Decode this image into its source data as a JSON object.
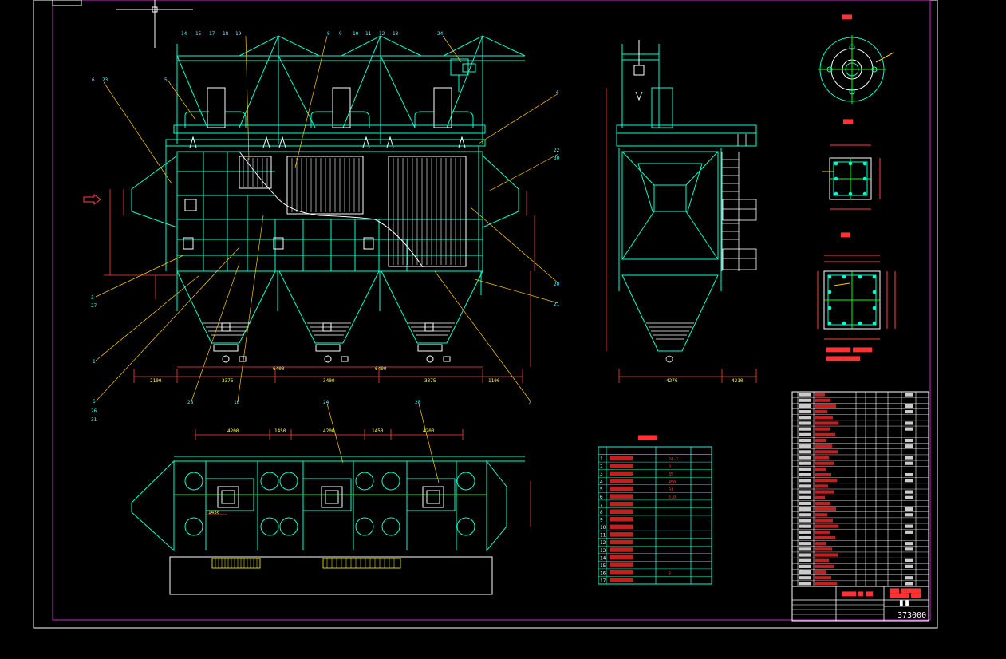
{
  "colors": {
    "background": "#000000",
    "frame": "#c030c0",
    "outer_frame": "#ffffff",
    "structure": "#00ffcc",
    "steel": "#ffffff",
    "dimension": "#ff4040",
    "leader": "#ffcc00",
    "grid": "#00ff00",
    "fill_blue": "#4060ff",
    "text_cyan": "#55ffff"
  },
  "front_view": {
    "callouts_top": [
      "14",
      "15",
      "17",
      "18",
      "19",
      "8",
      "9",
      "10",
      "11",
      "12",
      "13",
      "24"
    ],
    "callouts_left": [
      "6",
      "23",
      "5"
    ],
    "callouts_right": [
      "4",
      "22",
      "20",
      "30",
      "21",
      "7"
    ],
    "callouts_bottom_left": [
      "3",
      "27",
      "1",
      "6",
      "26",
      "31"
    ],
    "callouts_bottom": [
      "28",
      "16"
    ],
    "dims_bottom": [
      "2100",
      "3375",
      "3400",
      "3375",
      "1100"
    ],
    "dims_mid": [
      "6400",
      "6400"
    ]
  },
  "side_view": {
    "dims_bottom": [
      "4270",
      "4210"
    ]
  },
  "plan_view": {
    "callouts_top": [
      "24",
      "28"
    ],
    "dims_top": [
      "4200",
      "1450",
      "4200",
      "1450",
      "4200"
    ],
    "dims_left": [
      "1450"
    ]
  },
  "spec_table": {
    "rows": [
      "1",
      "2",
      "3",
      "4",
      "5",
      "6",
      "7",
      "8",
      "9",
      "10",
      "11",
      "12",
      "13",
      "14",
      "15",
      "16",
      "17"
    ],
    "values": [
      "24.2",
      "3",
      "35",
      "450",
      "31",
      "5.0",
      "",
      "",
      "",
      "",
      "",
      "",
      "",
      "",
      "",
      "3",
      ""
    ]
  },
  "title_block": {
    "drawing_number": "373000",
    "parts_rows": 34
  }
}
